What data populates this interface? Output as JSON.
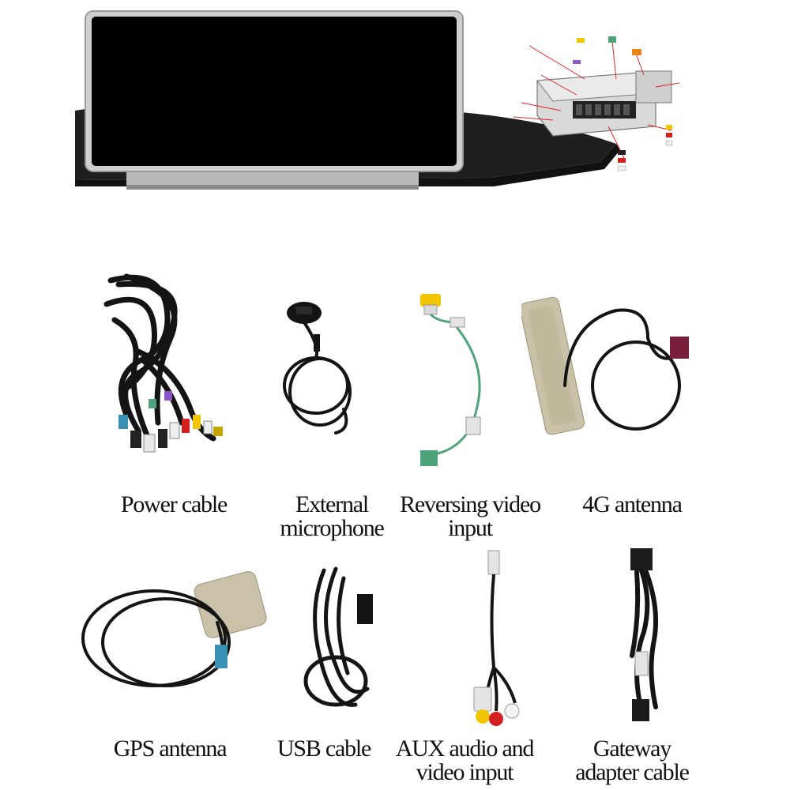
{
  "hero": {
    "screen_color": "#000000",
    "bezel_color": "#c8c8c8",
    "dash_color": "#1e1e1e"
  },
  "items": [
    {
      "label": "Power cable",
      "icon": "power-cable-icon"
    },
    {
      "label": "External\nmicrophone",
      "icon": "microphone-icon"
    },
    {
      "label": "Reversing video\ninput",
      "icon": "reversing-video-cable-icon"
    },
    {
      "label": "4G antenna",
      "icon": "4g-antenna-icon"
    },
    {
      "label": "GPS antenna",
      "icon": "gps-antenna-icon"
    },
    {
      "label": "USB cable",
      "icon": "usb-cable-icon"
    },
    {
      "label": "AUX audio and\nvideo input",
      "icon": "aux-cable-icon"
    },
    {
      "label": "Gateway\nadapter cable",
      "icon": "gateway-cable-icon"
    }
  ],
  "colors": {
    "cable": "#141414",
    "rca_yellow": "#f2c500",
    "rca_red": "#d41f1f",
    "rca_white": "#f3f3f3",
    "connector_green": "#4fa37a",
    "connector_blue": "#3a8fb5",
    "antenna_pad": "#c9c2a8"
  }
}
